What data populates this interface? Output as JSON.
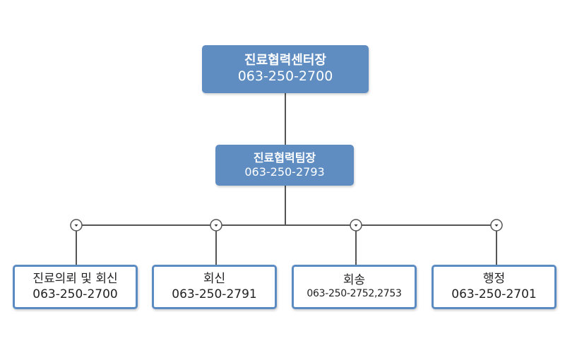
{
  "org_chart": {
    "top": {
      "name": "진료협력센터장",
      "phone": "063-250-2700"
    },
    "team_lead": {
      "name": "진료협력팀장",
      "phone": "063-250-2793"
    },
    "units": [
      {
        "name": "진료의뢰 및 회신",
        "phone": "063-250-2700"
      },
      {
        "name": "회신",
        "phone": "063-250-2791"
      },
      {
        "name": "회송",
        "phone": "063-250-2752,2753"
      },
      {
        "name": "행정",
        "phone": "063-250-2701"
      }
    ]
  },
  "colors": {
    "filled_box": "#5f8dc2",
    "outline_border": "#5b8bc3",
    "connector": "#555555"
  },
  "icons": {
    "toggle": "chevron-down-icon"
  }
}
